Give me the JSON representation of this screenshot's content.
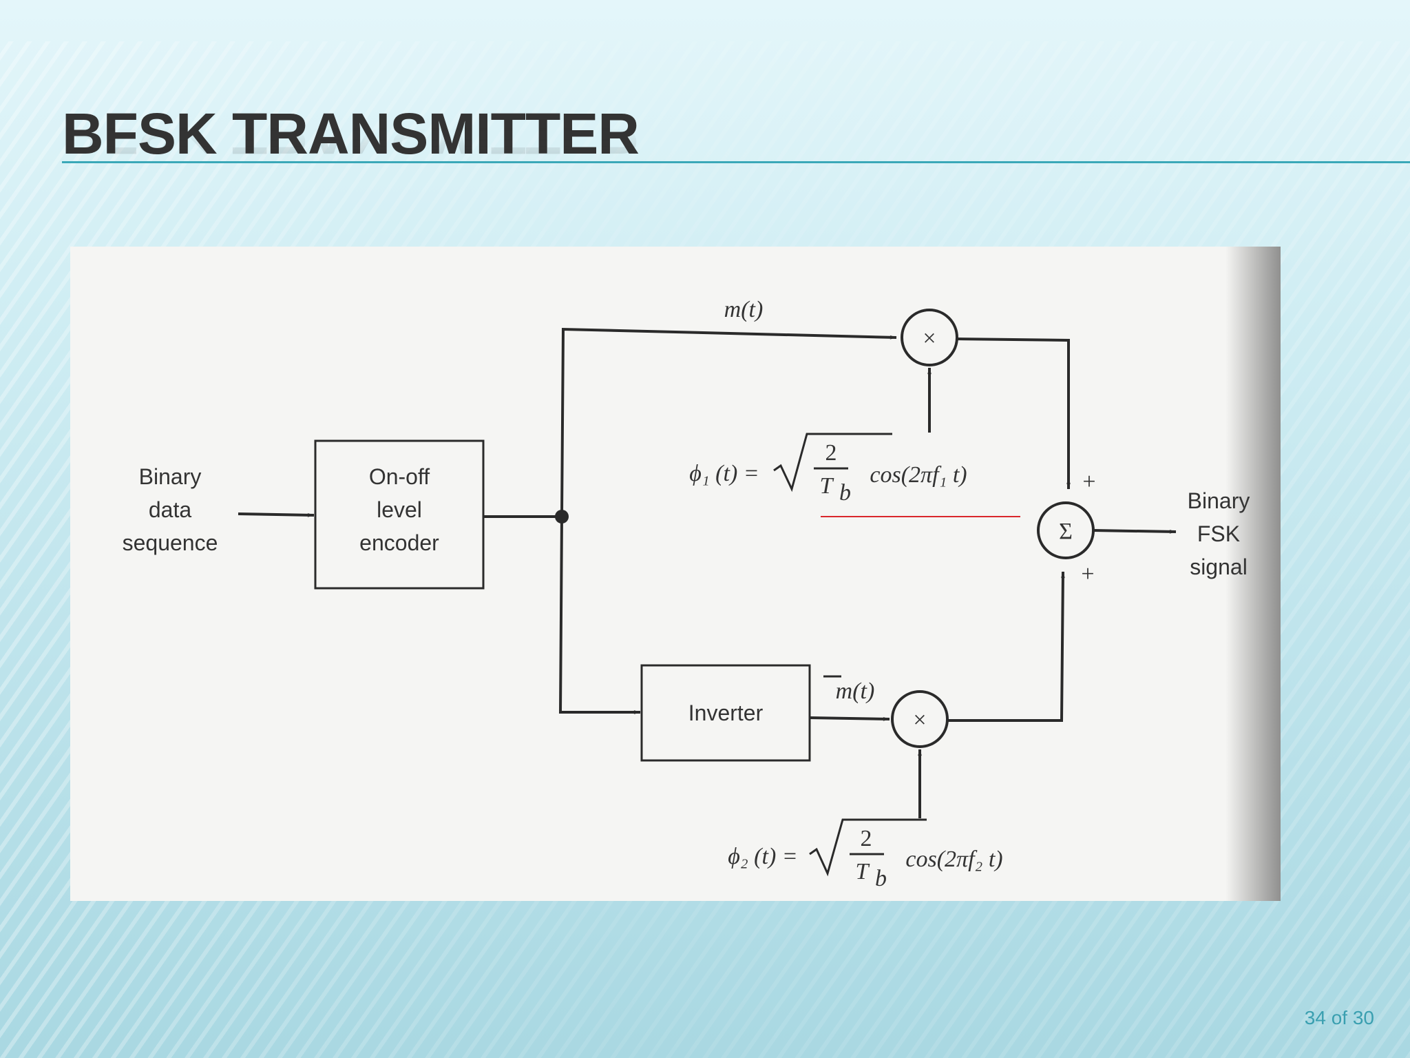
{
  "slide": {
    "title": "BFSK TRANSMITTER",
    "page_indicator": "34 of 30"
  },
  "diagram": {
    "input_label": [
      "Binary",
      "data",
      "sequence"
    ],
    "encoder_label": [
      "On-off",
      "level",
      "encoder"
    ],
    "inverter_label": "Inverter",
    "upper_signal": "m(t)",
    "lower_signal": "m(t)",
    "multiplier_symbol": "×",
    "summer_symbol": "Σ",
    "plus_sign": "+",
    "output_label": [
      "Binary",
      "FSK",
      "signal"
    ],
    "basis_1": {
      "lhs": "ϕ₁ (t) =",
      "numerator": "2",
      "denominator": "T",
      "denominator_sub": "b",
      "rhs": "cos(2πf₁ t)"
    },
    "basis_2": {
      "lhs": "ϕ₂ (t) =",
      "numerator": "2",
      "denominator": "T",
      "denominator_sub": "b",
      "rhs": "cos(2πf₂ t)"
    },
    "highlight_color": "#d9262b"
  }
}
